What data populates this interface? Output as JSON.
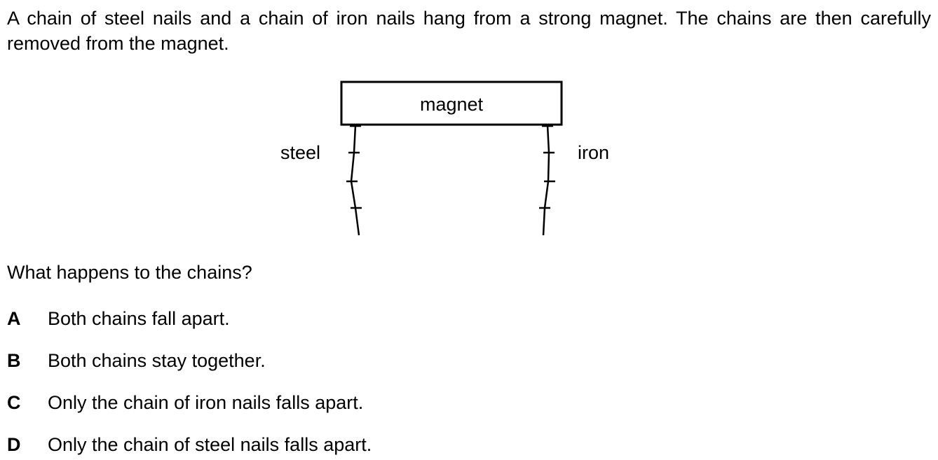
{
  "question": {
    "intro": "A chain of steel nails and a chain of iron nails hang from a strong magnet. The chains are then carefully removed from the magnet.",
    "prompt": "What happens to the chains?"
  },
  "diagram": {
    "magnet_label": "magnet",
    "left_chain_label": "steel",
    "right_chain_label": "iron"
  },
  "options": [
    {
      "letter": "A",
      "text": "Both chains fall apart."
    },
    {
      "letter": "B",
      "text": "Both chains stay together."
    },
    {
      "letter": "C",
      "text": "Only the chain of iron nails falls apart."
    },
    {
      "letter": "D",
      "text": "Only the chain of steel nails falls apart."
    }
  ]
}
